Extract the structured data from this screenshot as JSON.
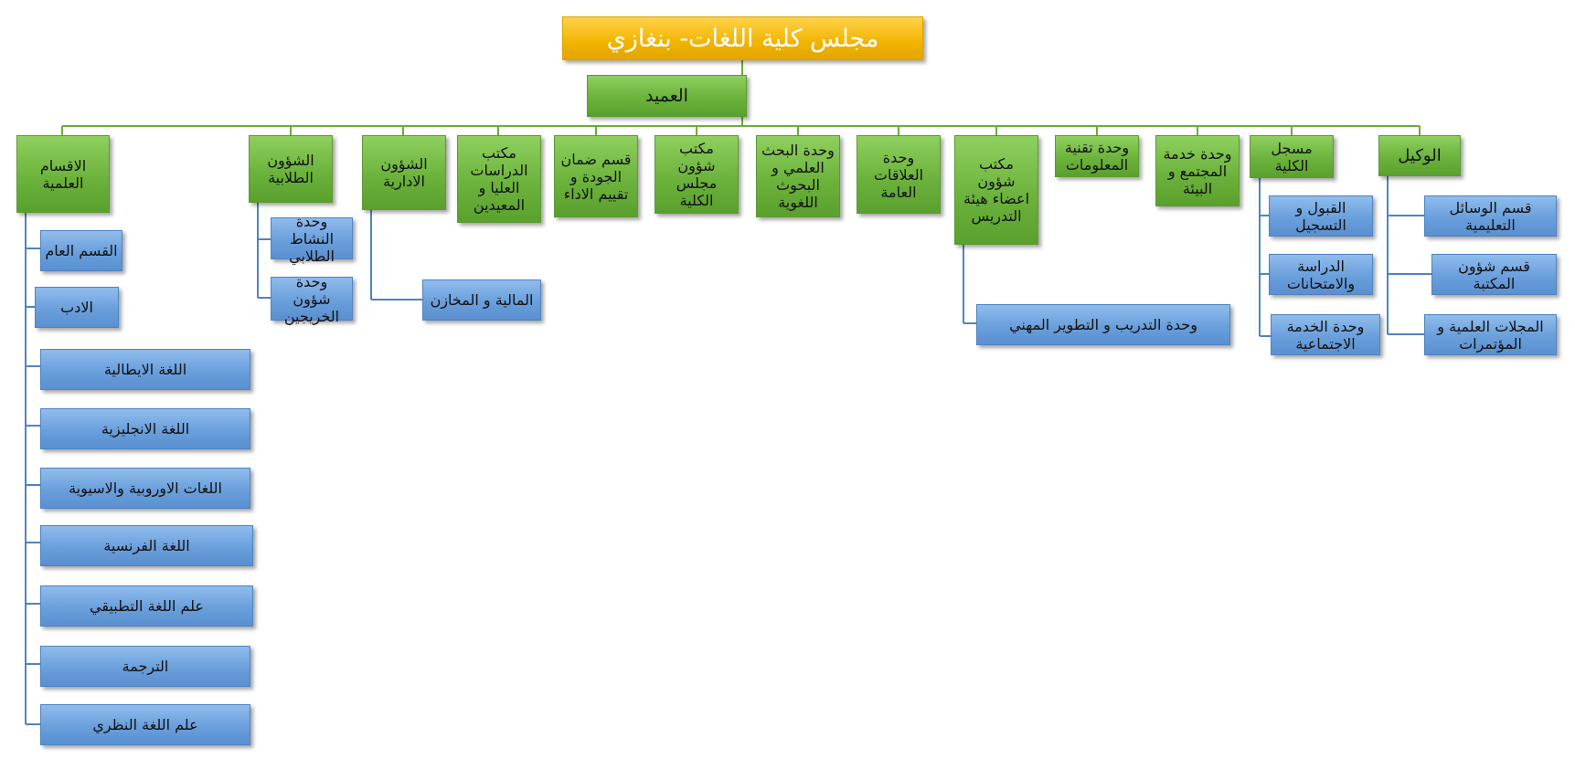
{
  "council": "مجلس كلية اللغات- بنغازي",
  "dean": "العميد",
  "green": {
    "departments": "الاقسام\nالعلمية",
    "student_affairs": "الشؤون\nالطلابية",
    "admin_affairs": "الشؤون\nالادارية",
    "grad_office": "مكتب\nالدراسات\nالعليا و\nالمعيدين",
    "quality": "قسم ضمان\nالجودة و\nتقييم الاداء",
    "council_office": "مكتب\nشؤون\nمجلس الكلية",
    "research": "وحدة البحث\nالعلمي و\nالبحوث\nاللغوية",
    "public_relations": "وحدة\nالعلاقات\nالعامة",
    "faculty_office": "مكتب\nشؤون\nاعضاء هيئة\nالتدريس",
    "it_unit": "وحدة تقنية\nالمعلومات",
    "community": "وحدة خدمة\nالمجتمع و\nالبيئة",
    "registrar": "مسجل الكلية",
    "deputy": "الوكيل"
  },
  "blue": {
    "general_dept": "القسم العام",
    "literature": "الادب",
    "italian": "اللغة الايطالية",
    "english": "اللغة  الانجليزية",
    "euro_asian": "اللغات الاوروبية والاسيوية",
    "french": "اللغة الفرنسية",
    "applied_ling": "علم اللغة التطبيقي",
    "translation": "الترجمة",
    "theoretical_ling": "علم اللغة النظري",
    "student_activity": "وحدة النشاط\nالطلابي",
    "alumni": "وحدة شؤون\nالخريجين",
    "finance_stores": "المالية و المخازن",
    "training": "وحدة التدريب و التطوير المهني",
    "admission": "القبول و\nالتسجيل",
    "exams": "الدراسة\nوالامتحانات",
    "social_service": "وحدة الخدمة\nالاجتماعية",
    "teaching_aids": "قسم الوسائل\nالتعليمية",
    "library": "قسم شؤون المكتبة",
    "journals": "المجلات العلمية و\nالمؤتمرات"
  },
  "colors": {
    "top_fill": "#f2b400",
    "green_fill": "#6cb33c",
    "blue_fill": "#6a9fdc",
    "green_line": "#6aad3a",
    "blue_line": "#4f83c2"
  }
}
